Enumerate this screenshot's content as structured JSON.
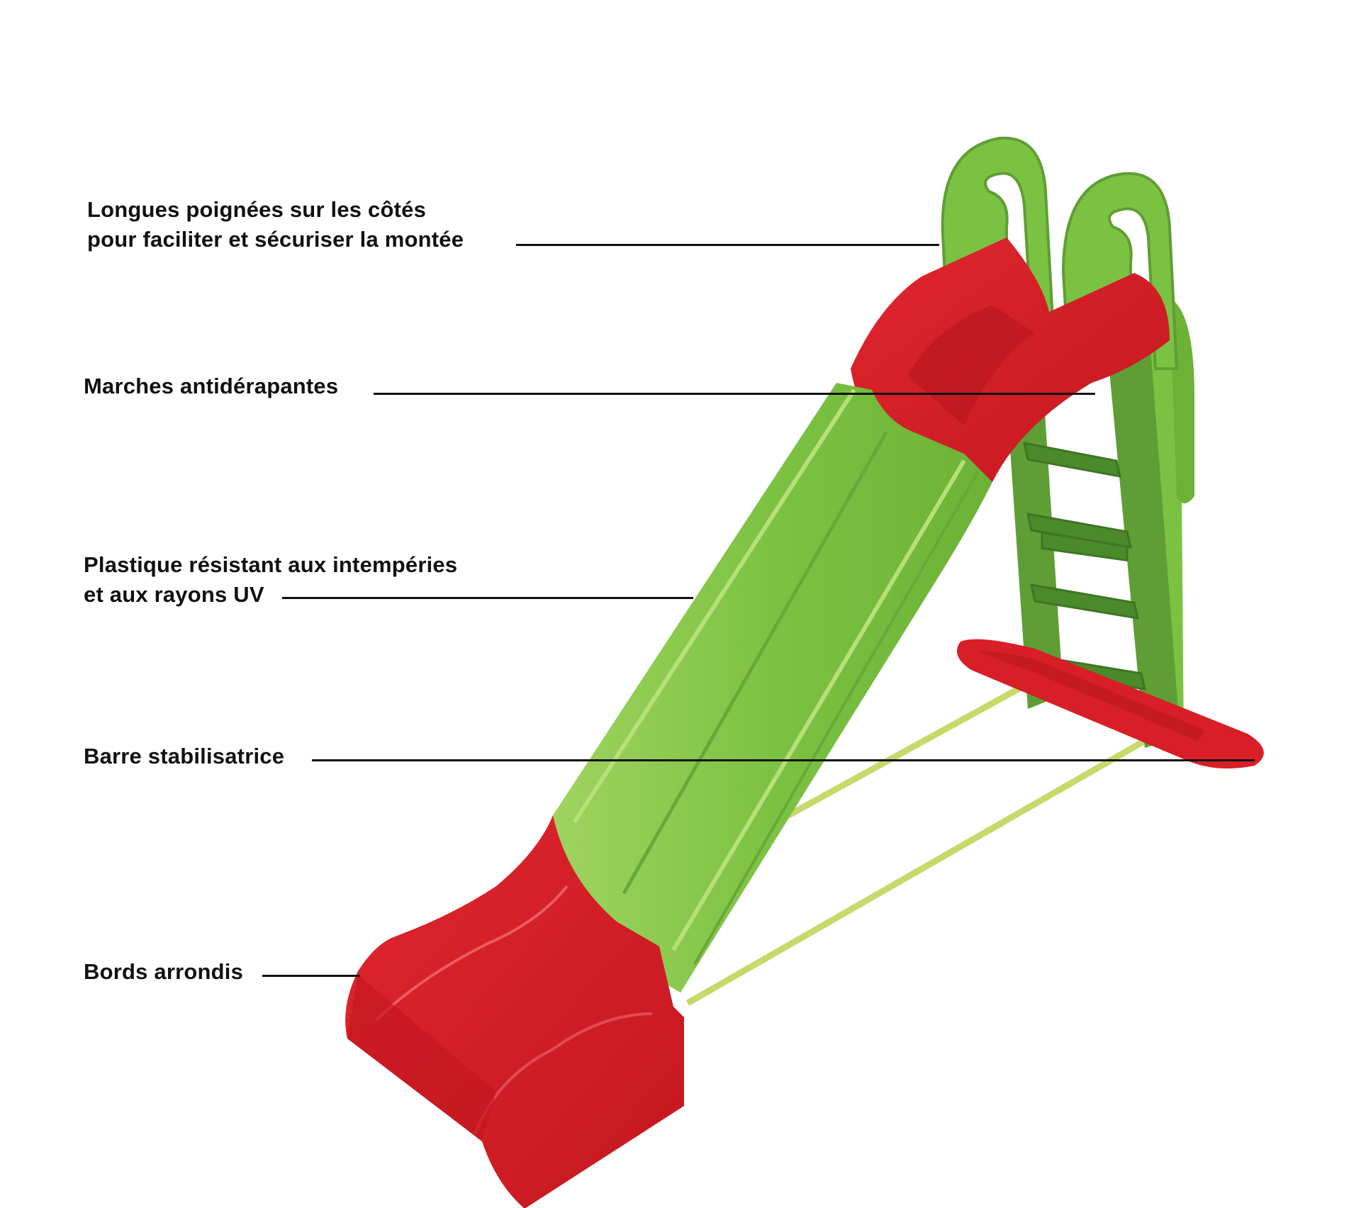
{
  "diagram": {
    "subject": "Toboggan / slide with ladder",
    "colors": {
      "background": "#ffffff",
      "slide_red": "#d81e26",
      "slide_red_dark": "#b3151c",
      "slide_green": "#7cc242",
      "slide_green_light": "#9fd35f",
      "ladder_green": "#5f9e34",
      "ladder_green_dark": "#3f7424",
      "stabilizer_bar": "#c9d86a",
      "text": "#111111"
    },
    "callouts": [
      {
        "id": "handles",
        "lines": [
          "Longues poignées sur les côtés",
          "pour faciliter et sécuriser la montée"
        ]
      },
      {
        "id": "steps",
        "lines": [
          "Marches antidérapantes"
        ]
      },
      {
        "id": "plastic",
        "lines": [
          "Plastique résistant aux intempéries",
          "et aux rayons UV"
        ]
      },
      {
        "id": "stabilizer",
        "lines": [
          "Barre stabilisatrice"
        ]
      },
      {
        "id": "edges",
        "lines": [
          "Bords arrondis"
        ]
      }
    ]
  }
}
